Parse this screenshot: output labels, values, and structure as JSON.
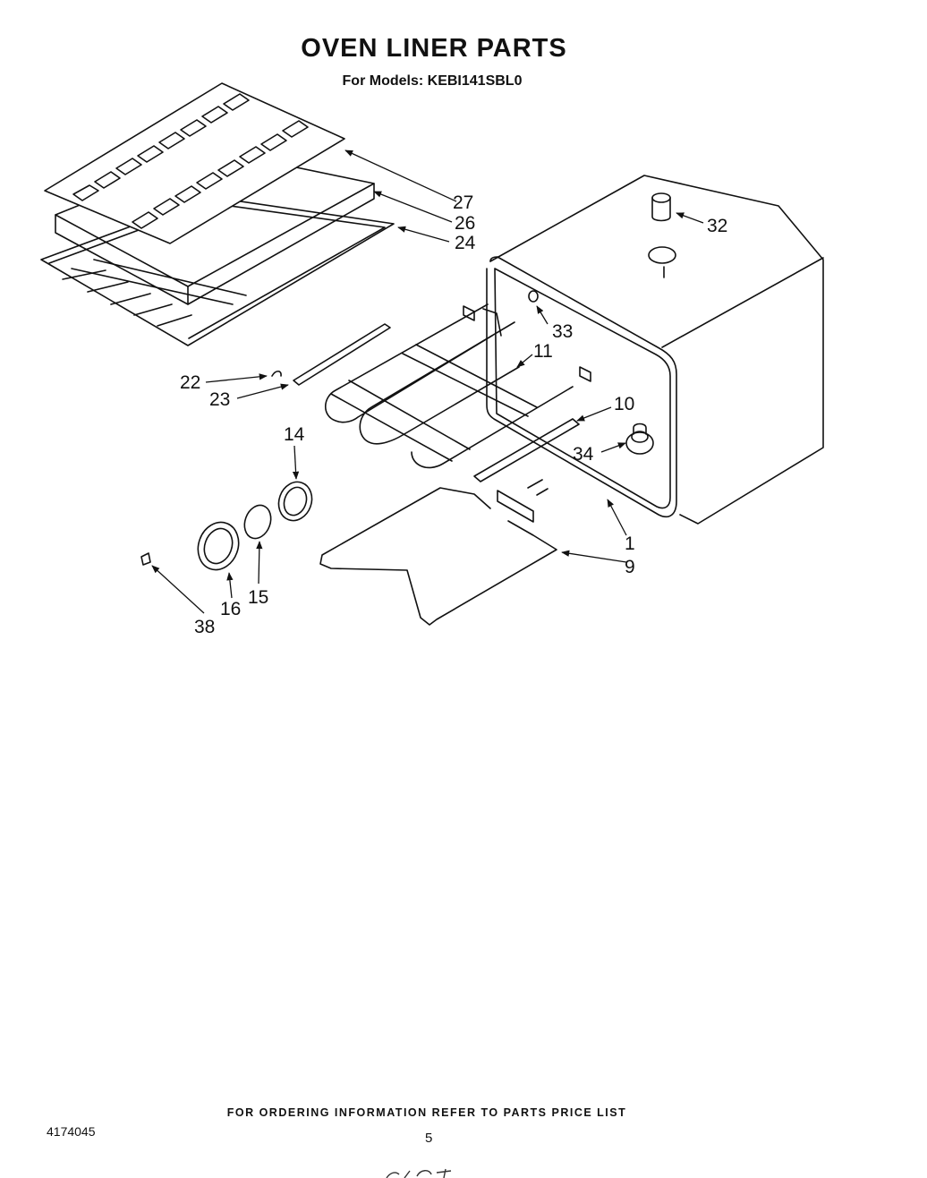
{
  "title": "OVEN LINER PARTS",
  "subtitle": "For Models: KEBI141SBL0",
  "callouts": [
    "27",
    "26",
    "24",
    "32",
    "33",
    "11",
    "10",
    "22",
    "23",
    "14",
    "34",
    "1",
    "9",
    "16",
    "15",
    "38"
  ],
  "footer": "FOR ORDERING INFORMATION REFER TO PARTS PRICE LIST",
  "doc_number": "4174045",
  "page_number": "5"
}
